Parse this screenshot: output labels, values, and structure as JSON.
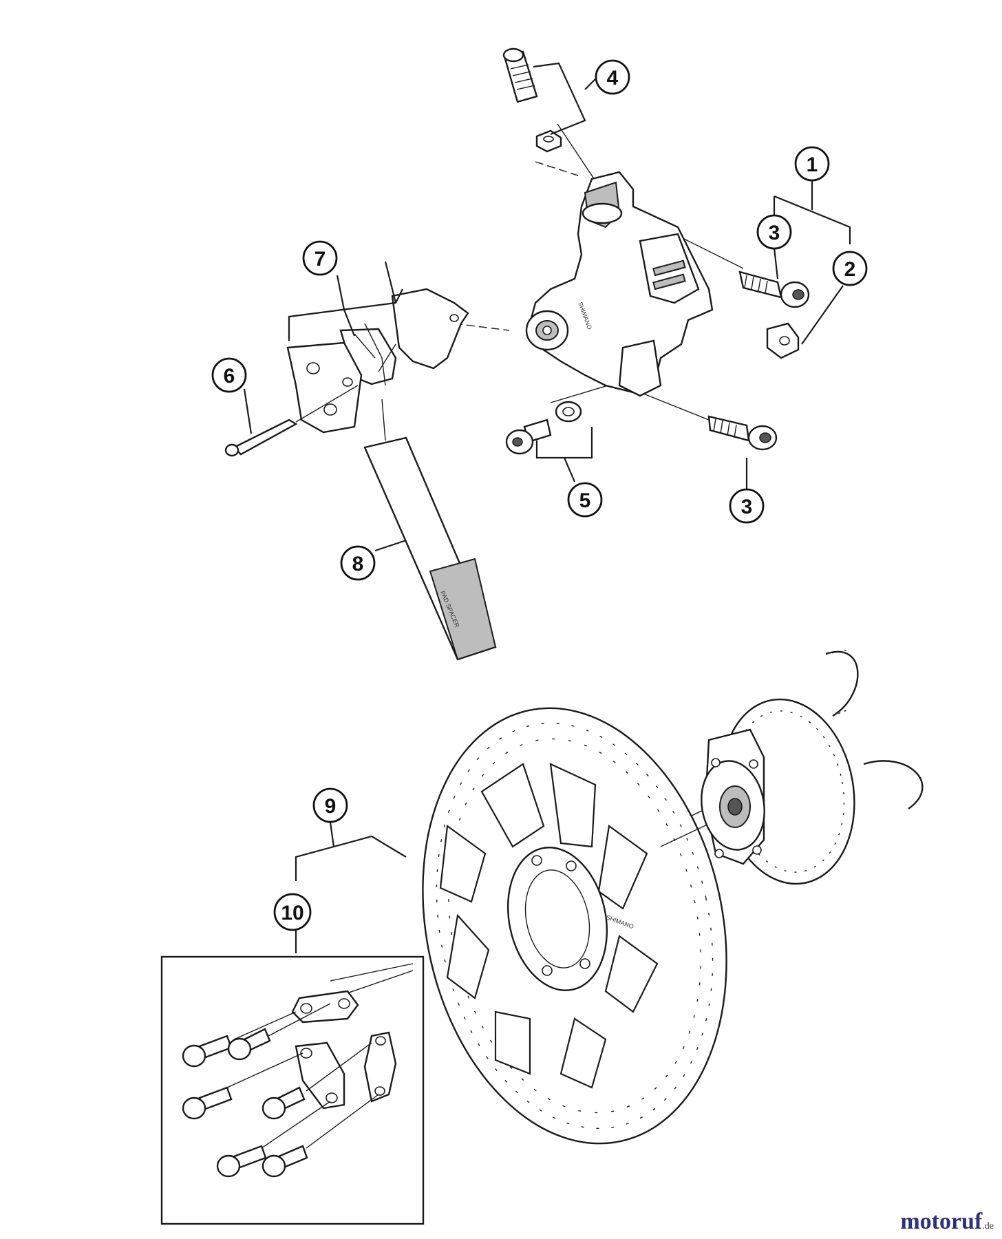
{
  "callouts": {
    "c1": "1",
    "c2": "2",
    "c3a": "3",
    "c3b": "3",
    "c4": "4",
    "c5": "5",
    "c6": "6",
    "c7": "7",
    "c8": "8",
    "c9": "9",
    "c10": "10"
  },
  "caliper_brand": "SHIMANO",
  "rotor_text": "SHIMANO",
  "watermark": {
    "name": "motoruf",
    "tld": ".de"
  }
}
